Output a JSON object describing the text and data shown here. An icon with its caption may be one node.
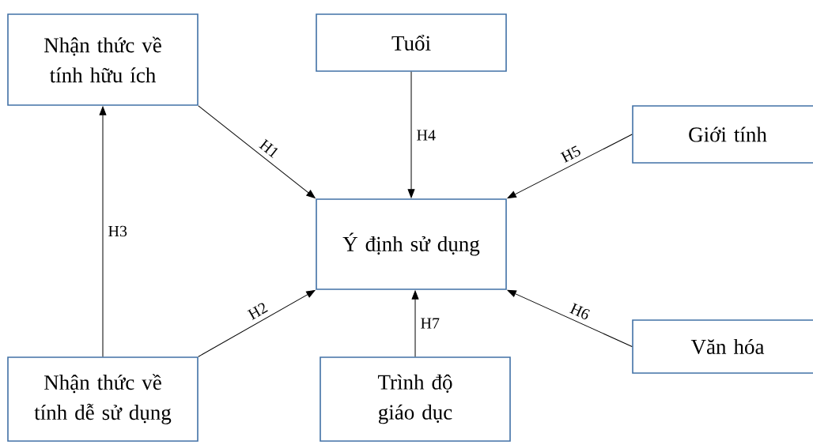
{
  "diagram": {
    "nodes": [
      {
        "text": [
          "Nhận thức về tính hữu ích"
        ]
      },
      {
        "text": [
          "Tuổi"
        ]
      },
      {
        "text": [
          "Giới tính"
        ]
      },
      {
        "text": [
          "Ý định sử dụng"
        ]
      },
      {
        "text": [
          "Văn hóa"
        ]
      },
      {
        "text": [
          "Nhận thức về tính dễ sử dụng"
        ]
      },
      {
        "text": [
          "Trình độ giáo dục"
        ]
      }
    ],
    "edges": [
      {
        "from": 0,
        "to": 3,
        "arrow": "to",
        "label": "H1"
      },
      {
        "from": 5,
        "to": 3,
        "arrow": "to",
        "label": "H2"
      },
      {
        "from": 5,
        "to": 0,
        "arrow": "to",
        "label": "H3"
      },
      {
        "from": 1,
        "to": 3,
        "arrow": "to",
        "label": "H4"
      },
      {
        "from": 2,
        "to": 3,
        "arrow": "to",
        "label": "H5"
      },
      {
        "from": 4,
        "to": 3,
        "arrow": "to",
        "label": "H6"
      },
      {
        "from": 6,
        "to": 3,
        "arrow": "to",
        "label": "H7"
      }
    ]
  }
}
